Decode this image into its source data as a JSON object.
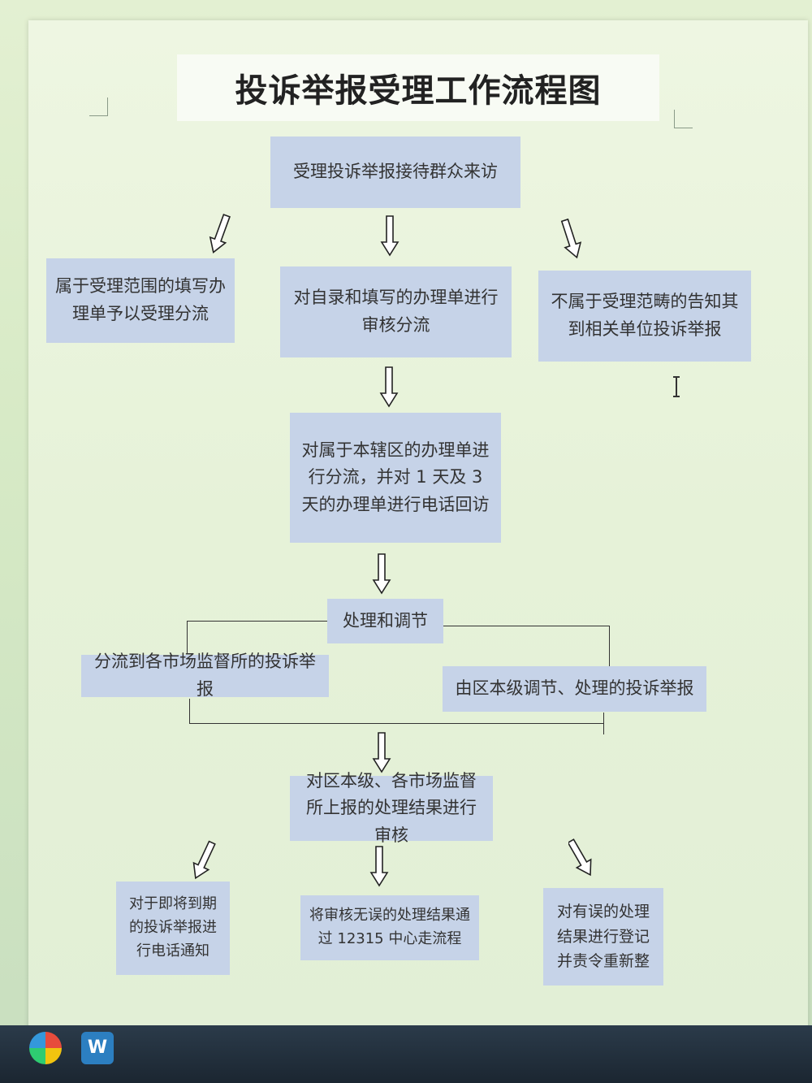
{
  "title": "投诉举报受理工作流程图",
  "nodes": {
    "start": "受理投诉举报接待群众来访",
    "left1": "属于受理范围的填写办理单予以受理分流",
    "mid1": "对自录和填写的办理单进行审核分流",
    "right1": "不属于受理范畴的告知其到相关单位投诉举报",
    "mid2": "对属于本辖区的办理单进行分流，并对 1 天及 3 天的办理单进行电话回访",
    "handle": "处理和调节",
    "handle_left": "分流到各市场监督所的投诉举报",
    "handle_right": "由区本级调节、处理的投诉举报",
    "review": "对区本级、各市场监督所上报的处理结果进行审核",
    "out_left": "对于即将到期的投诉举报进行电话通知",
    "out_mid": "将审核无误的处理结果通过 12315 中心走流程",
    "out_right": "对有误的处理结果进行登记并责令重新整"
  },
  "taskbar": {
    "apps": [
      "wps-icon",
      "writer-icon"
    ]
  }
}
